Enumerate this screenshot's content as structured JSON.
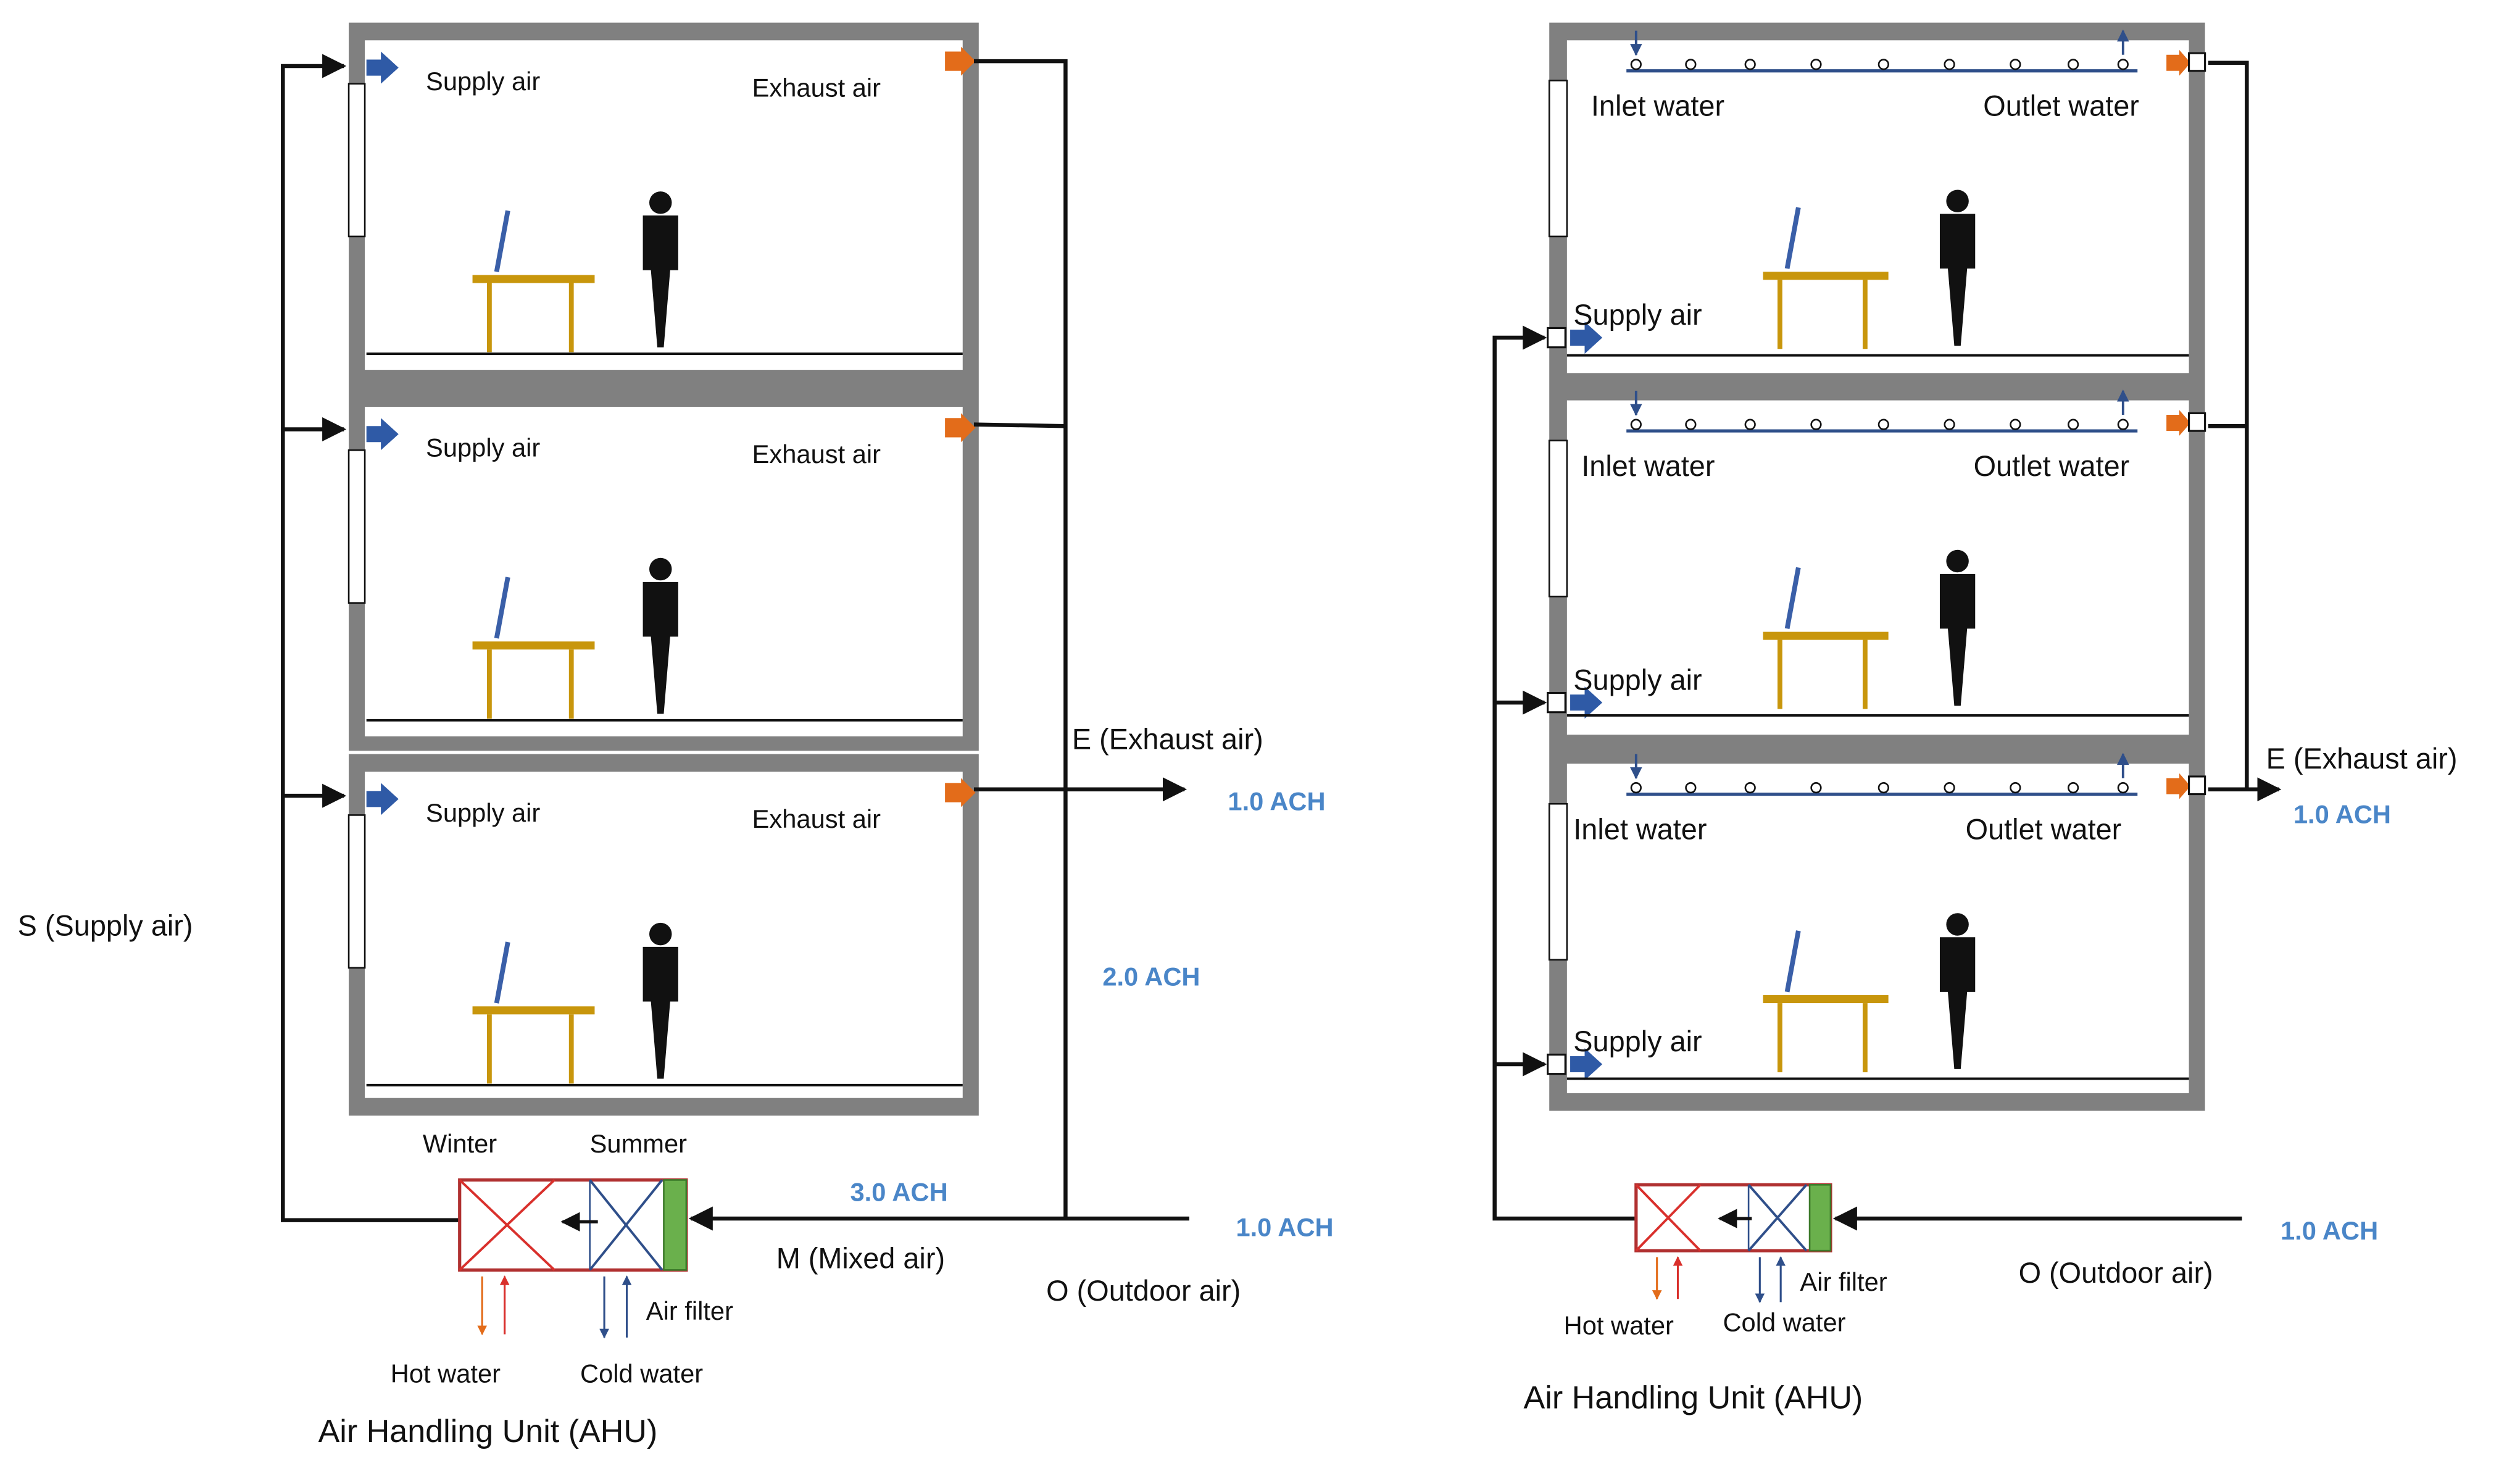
{
  "colors": {
    "wall": "#808080",
    "supply_arrow": "#2f5aa6",
    "exhaust_arrow": "#e36c1a",
    "ach_text": "#4a86c8",
    "table": "#c8960c",
    "laptop": "#3a5fa8",
    "pipe": "#2f4f8a",
    "hot_coil": "#d9302c",
    "cold_coil": "#2f4f8a",
    "filter": "#6ab04c"
  },
  "icons": [
    "supply-air-arrow-icon",
    "exhaust-air-arrow-icon",
    "person-icon",
    "table-icon",
    "laptop-icon",
    "window-icon",
    "heating-coil-icon",
    "cooling-coil-icon",
    "air-filter-icon"
  ],
  "left": {
    "room_labels": [
      {
        "supply": "Supply air",
        "exhaust": "Exhaust air"
      },
      {
        "supply": "Supply air",
        "exhaust": "Exhaust air"
      },
      {
        "supply": "Supply air",
        "exhaust": "Exhaust air"
      }
    ],
    "exhaust_label": "E (Exhaust air)",
    "exhaust_ach": "1.0 ACH",
    "return_ach": "2.0 ACH",
    "supply_label": "S (Supply air)",
    "winter_label": "Winter",
    "summer_label": "Summer",
    "mixed_ach": "3.0 ACH",
    "mixed_label": "M (Mixed air)",
    "outdoor_ach": "1.0 ACH",
    "outdoor_label": "O (Outdoor air)",
    "air_filter_label": "Air filter",
    "hot_water_label": "Hot water",
    "cold_water_label": "Cold water",
    "ahu_title": "Air Handling Unit (AHU)"
  },
  "right": {
    "room_labels": [
      {
        "inlet": "Inlet water",
        "outlet": "Outlet water",
        "supply": "Supply air"
      },
      {
        "inlet": "Inlet water",
        "outlet": "Outlet water",
        "supply": "Supply air"
      },
      {
        "inlet": "Inlet water",
        "outlet": "Outlet water",
        "supply": "Supply air"
      }
    ],
    "exhaust_label": "E (Exhaust air)",
    "exhaust_ach": "1.0 ACH",
    "air_filter_label": "Air filter",
    "hot_water_label": "Hot water",
    "cold_water_label": "Cold water",
    "outdoor_ach": "1.0 ACH",
    "outdoor_label": "O (Outdoor air)",
    "ahu_title": "Air Handling Unit (AHU)"
  }
}
